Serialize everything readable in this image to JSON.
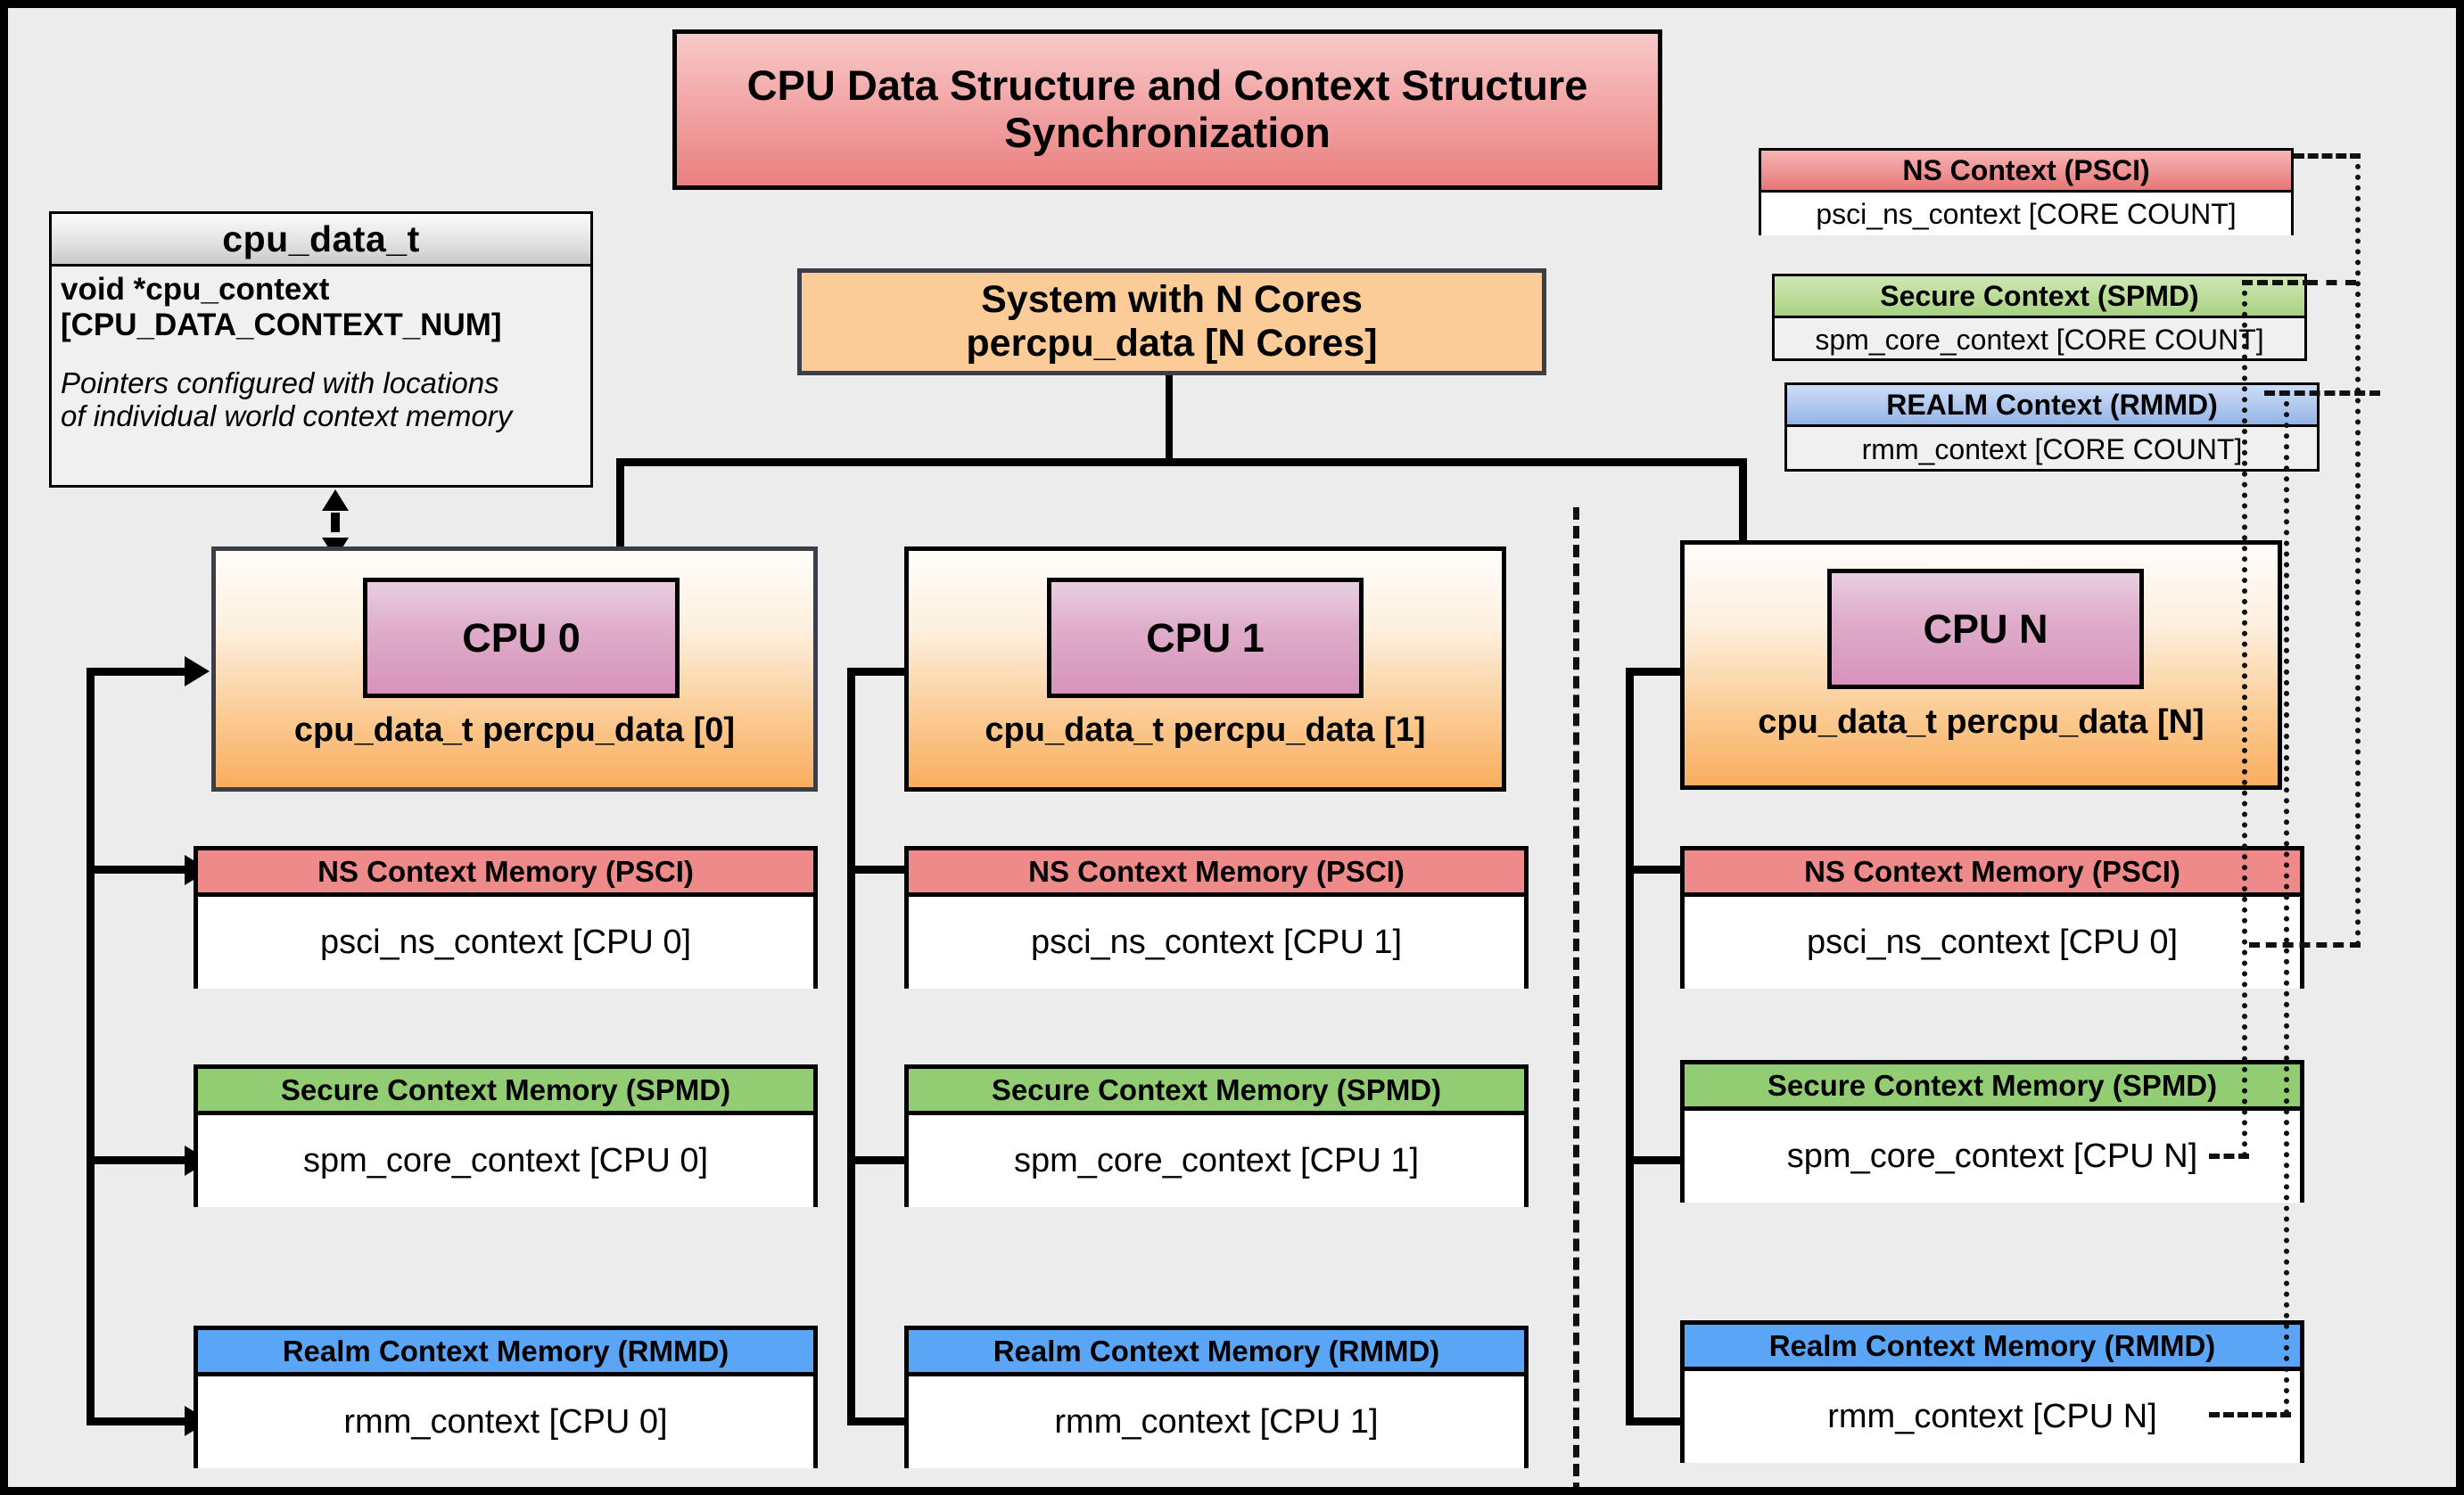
{
  "diagram": {
    "title": "CPU Data Structure and Context Structure Synchronization",
    "background_color": "#ececec",
    "accent_colors": {
      "title_red": "#ea8080",
      "ns_red": "#ef8a8a",
      "secure_green": "#92cd74",
      "realm_blue": "#5aa5f5",
      "cpu_orange": "#fbcc98",
      "cpu_chip_pink": "#d793bb"
    }
  },
  "class_box": {
    "header": "cpu_data_t",
    "field": "void  *cpu_context",
    "field_index": "[CPU_DATA_CONTEXT_NUM]",
    "note_line1": "Pointers configured with locations",
    "note_line2": "of individual world context memory"
  },
  "system_box": {
    "line1": "System with N Cores",
    "line2": "percpu_data [N Cores]"
  },
  "global_contexts": [
    {
      "header": "NS Context  (PSCI)",
      "body": "psci_ns_context [CORE COUNT]",
      "style": "ns"
    },
    {
      "header": "Secure Context (SPMD)",
      "body": "spm_core_context [CORE COUNT]",
      "style": "secure"
    },
    {
      "header": "REALM Context (RMMD)",
      "body": "rmm_context [CORE COUNT]",
      "style": "realm"
    }
  ],
  "cpus": [
    {
      "chip_label": "CPU 0",
      "caption": "cpu_data_t percpu_data [0]",
      "contexts": [
        {
          "header": "NS Context Memory (PSCI)",
          "body": "psci_ns_context [CPU 0]",
          "style": "ns"
        },
        {
          "header": "Secure Context Memory (SPMD)",
          "body": "spm_core_context [CPU 0]",
          "style": "secure"
        },
        {
          "header": "Realm Context Memory (RMMD)",
          "body": "rmm_context [CPU 0]",
          "style": "realm"
        }
      ]
    },
    {
      "chip_label": "CPU 1",
      "caption": "cpu_data_t percpu_data [1]",
      "contexts": [
        {
          "header": "NS Context Memory (PSCI)",
          "body": "psci_ns_context [CPU 1]",
          "style": "ns"
        },
        {
          "header": "Secure Context Memory (SPMD)",
          "body": "spm_core_context [CPU 1]",
          "style": "secure"
        },
        {
          "header": "Realm Context Memory (RMMD)",
          "body": "rmm_context [CPU 1]",
          "style": "realm"
        }
      ]
    },
    {
      "chip_label": "CPU N",
      "caption": "cpu_data_t percpu_data [N]",
      "contexts": [
        {
          "header": "NS Context Memory (PSCI)",
          "body": "psci_ns_context [CPU 0]",
          "style": "ns"
        },
        {
          "header": "Secure Context Memory (SPMD)",
          "body": "spm_core_context [CPU N]",
          "style": "secure"
        },
        {
          "header": "Realm Context Memory (RMMD)",
          "body": "rmm_context [CPU N]",
          "style": "realm"
        }
      ]
    }
  ]
}
